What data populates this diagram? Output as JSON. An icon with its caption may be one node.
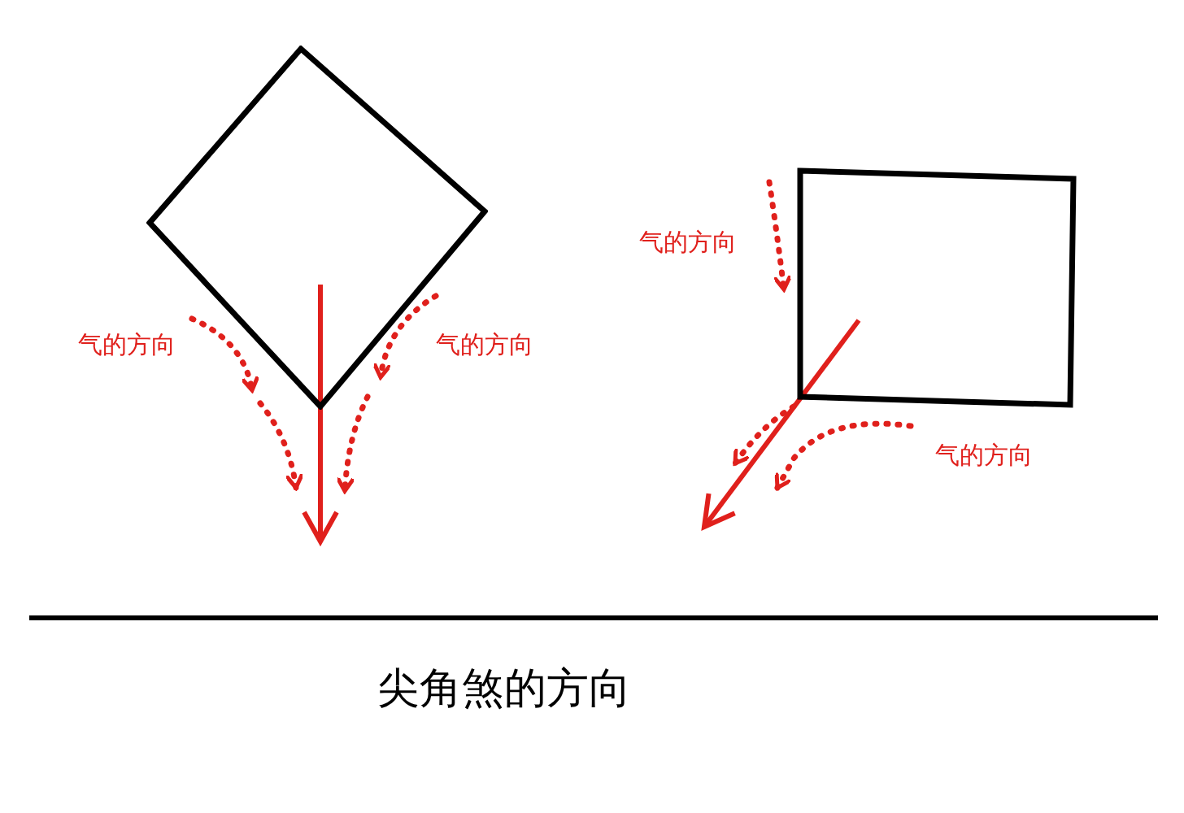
{
  "diagram": {
    "caption": "尖角煞的方向",
    "nodes": [
      {
        "text": [],
        "shape": "diamond"
      },
      {
        "text": [],
        "shape": "box"
      }
    ],
    "labels": [
      "气的方向",
      "气的方向",
      "气的方向",
      "气的方向"
    ]
  }
}
